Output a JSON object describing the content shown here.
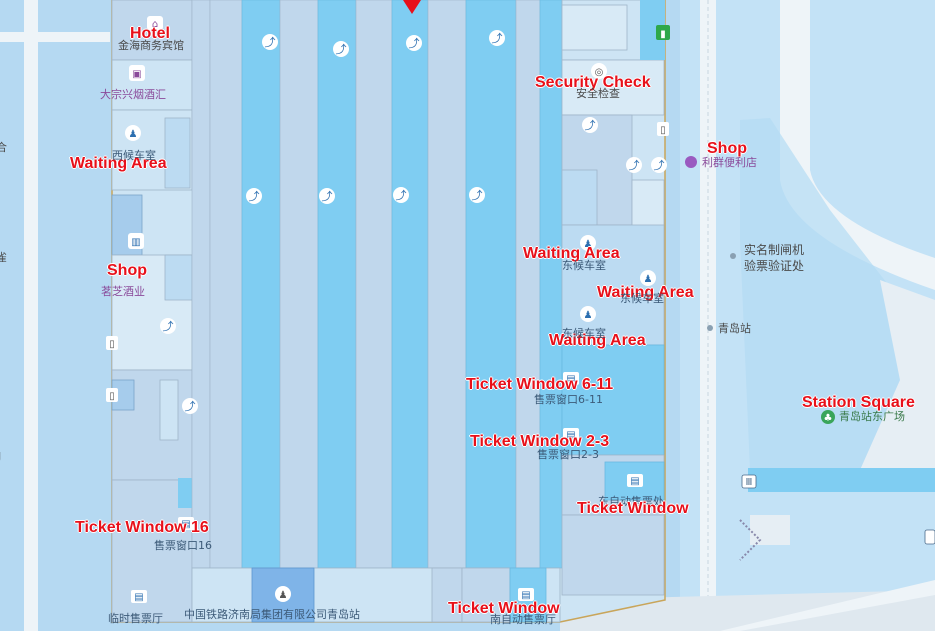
{
  "labels": {
    "hotel": {
      "en": "Hotel",
      "cn": "金海商务宾馆"
    },
    "yancaohui": {
      "cn": "大宗兴烟酒汇"
    },
    "waiting_west": {
      "en": "Waiting Area",
      "cn": "西候车室"
    },
    "shop_west": {
      "en": "Shop",
      "cn": "茗芝酒业"
    },
    "security": {
      "en": "Security Check",
      "cn": "安全检查"
    },
    "shop_east": {
      "en": "Shop",
      "cn": "利群便利店"
    },
    "waiting_1": {
      "en": "Waiting Area",
      "cn": "东候车室"
    },
    "waiting_2": {
      "en": "Waiting Area",
      "cn": "东候车室"
    },
    "waiting_3": {
      "en": "Waiting Area",
      "cn": "东候车室"
    },
    "tw_6_11": {
      "en": "Ticket Window 6-11",
      "cn": "售票窗口6-11"
    },
    "tw_2_3": {
      "en": "Ticket Window 2-3",
      "cn": "售票窗口2-3"
    },
    "tw_east": {
      "en": "Ticket Window",
      "cn": "东自动售票处"
    },
    "tw_16": {
      "en": "Ticket Window 16",
      "cn": "售票窗口16"
    },
    "tw_bottom": {
      "en": "Ticket Window",
      "cn": "南自动售票厅"
    },
    "temp_hall": {
      "cn": "临时售票厅"
    },
    "railway_company": {
      "cn": "中国铁路济南局集团有限公司青岛站"
    },
    "gate": {
      "cn_line1": "实名制闸机",
      "cn_line2": "验票验证处"
    },
    "qingdao_station": {
      "cn": "青岛站"
    },
    "station_square": {
      "en": "Station Square",
      "cn": "青岛站东广场"
    }
  },
  "edge_fragments": [
    "合",
    "雀",
    "J"
  ],
  "icons": [
    "escalator-icon",
    "hotel-icon",
    "shopping-bag-icon",
    "waiting-room-icon",
    "wine-shop-icon",
    "security-check-icon",
    "exit-icon",
    "shop-icon",
    "ticket-window-icon",
    "map-marker-icon",
    "subway-icon",
    "park-icon"
  ],
  "colors": {
    "background": "#b5d9f2",
    "platform_dark": "#7fcdf2",
    "platform_light": "#a9d3f0",
    "building": "#cde4f4",
    "label_red": "#e8101a",
    "outline": "#c9a55a"
  }
}
